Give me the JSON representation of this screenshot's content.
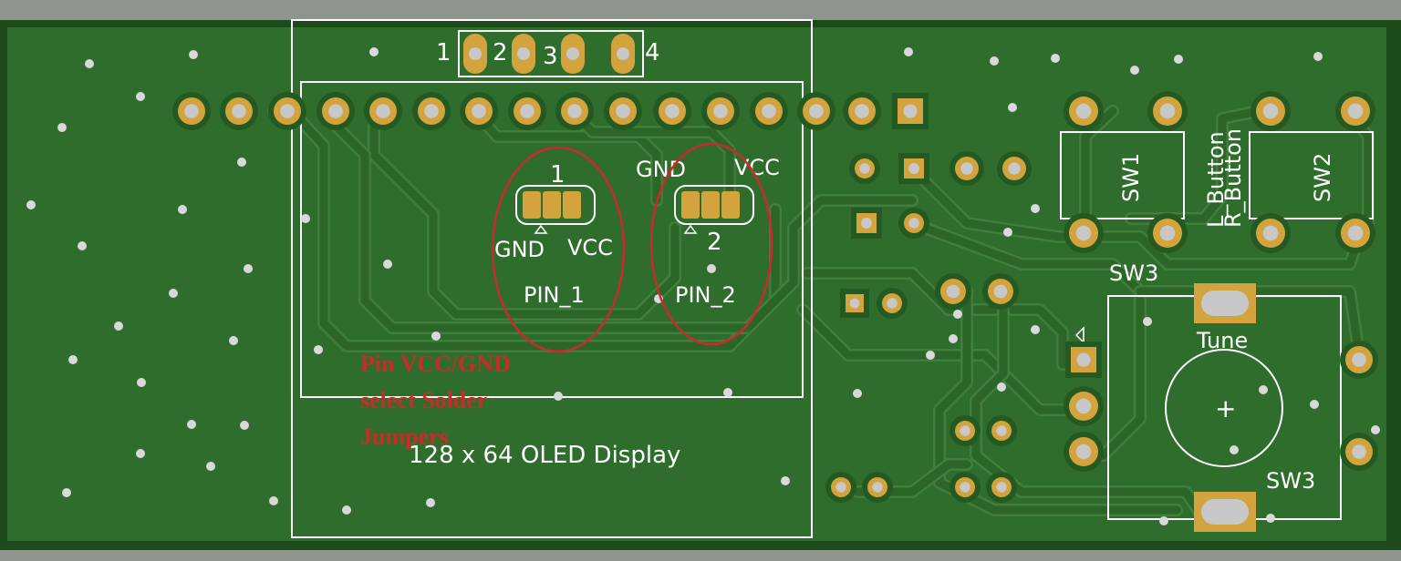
{
  "colors": {
    "background": "#8f948f",
    "board": "#2f6d2c",
    "board_edge": "#1d4a1b",
    "trace": "#2b6528",
    "trace_edge": "#3f7e3b",
    "pad": "#d3a33d",
    "drill": "#c8c8c8",
    "silkscreen": "#ffffff",
    "annotation": "#cc2a2a"
  },
  "silkscreen": {
    "header_pins": [
      "1",
      "2",
      "3",
      "4"
    ],
    "jumper1_pin": "1",
    "jumper1_gnd": "GND",
    "jumper1_vcc": "VCC",
    "jumper1_name": "PIN_1",
    "jumper2_gnd": "GND",
    "jumper2_vcc": "VCC",
    "jumper2_pin": "2",
    "jumper2_name": "PIN_2",
    "display_label": "128 x 64 OLED Display",
    "sw1": "SW1",
    "sw2": "SW2",
    "l_button": "L_Button",
    "r_button": "R_Button",
    "sw3_top": "SW3",
    "sw3_bottom": "SW3",
    "tune": "Tune",
    "plus": "+"
  },
  "annotation": {
    "line1": "Pin VCC/GND",
    "line2": "select Solder",
    "line3": "Jumpers"
  }
}
